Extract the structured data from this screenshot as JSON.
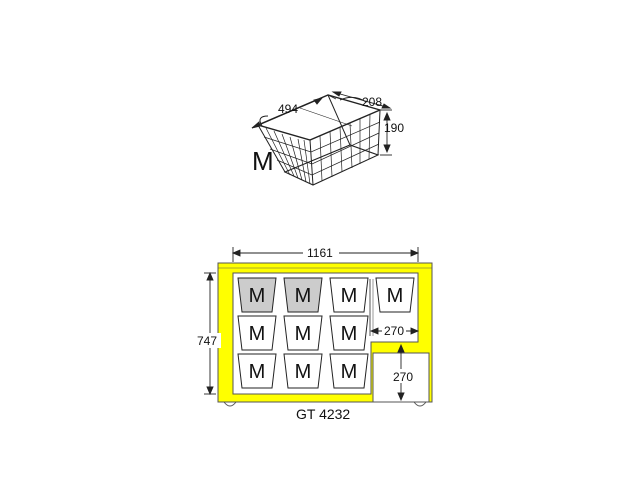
{
  "colors": {
    "cabinet": "#ffff00",
    "cabinet_outline": "#555555",
    "bin_grey": "#cccccc",
    "bin_white": "#ffffff",
    "line": "#222222",
    "compressor_step": "#ffffff"
  },
  "basket": {
    "label": "M",
    "length": "494",
    "width": "208",
    "height": "190"
  },
  "freezer": {
    "model": "GT 4232",
    "width": "1161",
    "depth": "747",
    "step_width": "270",
    "step_depth": "270"
  },
  "bins": {
    "label": "M",
    "rows": [
      [
        "grey",
        "grey",
        "white",
        "white"
      ],
      [
        "white",
        "white",
        "white"
      ],
      [
        "white",
        "white",
        "white"
      ]
    ]
  }
}
